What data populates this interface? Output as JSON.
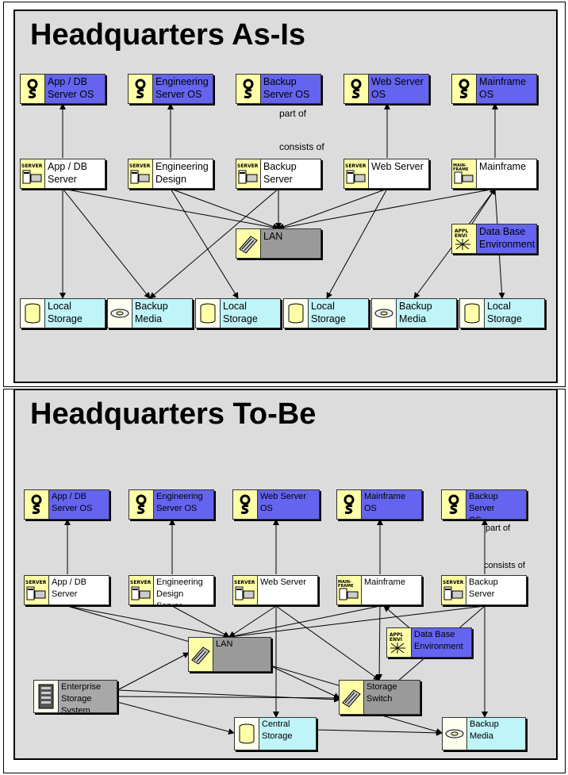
{
  "panels": {
    "as_is_title": "Headquarters As-Is",
    "to_be_title": "Headquarters To-Be"
  },
  "colors": {
    "os": "#6464f0",
    "server": "#ffffff",
    "network": "#9a9a9a",
    "storage": "#bff4f8",
    "panel": "#dcdcdc",
    "icon_bg": "#ffffa8"
  },
  "as_is": {
    "nodes": {
      "appdb_os": {
        "label": "App / DB\nServer OS",
        "icon": "os-icon"
      },
      "eng_os": {
        "label": "Engineering\nServer OS",
        "icon": "os-icon"
      },
      "backup_os": {
        "label": "Backup\nServer OS",
        "icon": "os-icon"
      },
      "web_os": {
        "label": "Web Server\nOS",
        "icon": "os-icon"
      },
      "mf_os": {
        "label": "Mainframe\nOS",
        "icon": "os-icon"
      },
      "appdb_srv": {
        "label": "App / DB\nServer",
        "icon": "server-icon"
      },
      "eng_srv": {
        "label": "Engineering\nDesign",
        "icon": "server-icon"
      },
      "backup_srv": {
        "label": "Backup\nServer",
        "icon": "server-icon"
      },
      "web_srv": {
        "label": "Web Server",
        "icon": "server-icon"
      },
      "mf_srv": {
        "label": "Mainframe",
        "icon": "mainframe-icon"
      },
      "lan": {
        "label": "LAN",
        "icon": "network-icon"
      },
      "dbenv": {
        "label": "Data Base\nEnvironment",
        "icon": "application-environment-icon"
      },
      "ls1": {
        "label": "Local\nStorage",
        "icon": "storage-icon"
      },
      "bm1": {
        "label": "Backup\nMedia",
        "icon": "media-icon"
      },
      "ls2": {
        "label": "Local\nStorage",
        "icon": "storage-icon"
      },
      "ls3": {
        "label": "Local\nStorage",
        "icon": "storage-icon"
      },
      "bm2": {
        "label": "Backup\nMedia",
        "icon": "media-icon"
      },
      "ls4": {
        "label": "Local\nStorage",
        "icon": "storage-icon"
      }
    },
    "edge_labels": {
      "part_of": "part of",
      "consists_of": "consists of"
    }
  },
  "to_be": {
    "nodes": {
      "appdb_os": {
        "label": "App / DB\nServer OS",
        "icon": "os-icon"
      },
      "eng_os": {
        "label": "Engineering\nServer OS",
        "icon": "os-icon"
      },
      "web_os": {
        "label": "Web Server OS",
        "icon": "os-icon"
      },
      "mf_os": {
        "label": "Mainframe OS",
        "icon": "os-icon"
      },
      "backup_os": {
        "label": "Backup Server\nOS",
        "icon": "os-icon"
      },
      "appdb_srv": {
        "label": "App / DB\nServer",
        "icon": "server-icon"
      },
      "eng_srv": {
        "label": "Engineering\nDesign Server",
        "icon": "server-icon"
      },
      "web_srv": {
        "label": "Web Server",
        "icon": "server-icon"
      },
      "mf_srv": {
        "label": "Mainframe",
        "icon": "mainframe-icon"
      },
      "backup_srv": {
        "label": "Backup Server",
        "icon": "server-icon"
      },
      "lan": {
        "label": "LAN",
        "icon": "network-icon"
      },
      "dbenv": {
        "label": "Data Base\nEnvironment",
        "icon": "application-environment-icon"
      },
      "ess": {
        "label": "Enterprise\nStorage\nSystem",
        "icon": "storage-system-icon"
      },
      "switch": {
        "label": "Storage\nSwitch",
        "icon": "switch-icon"
      },
      "central": {
        "label": "Central\nStorage",
        "icon": "storage-icon"
      },
      "media": {
        "label": "Backup Media",
        "icon": "media-icon"
      }
    },
    "edge_labels": {
      "part_of": "part of",
      "consists_of": "consists of"
    }
  }
}
